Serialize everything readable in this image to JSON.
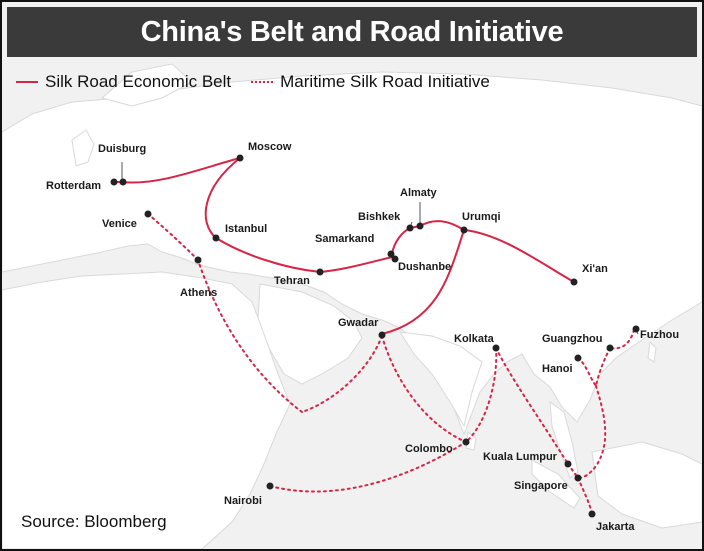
{
  "title": "China's Belt and Road Initiative",
  "legend": {
    "belt": "Silk Road Economic Belt",
    "maritime": "Maritime Silk Road Initiative"
  },
  "source": "Source: Bloomberg",
  "colors": {
    "route": "#d62546",
    "land": "#ffffff",
    "sea": "#f1f1f1",
    "title_bg": "#3a3a3a",
    "city": "#222222"
  },
  "cities": {
    "duisburg": "Duisburg",
    "rotterdam": "Rotterdam",
    "moscow": "Moscow",
    "venice": "Venice",
    "istanbul": "Istanbul",
    "athens": "Athens",
    "tehran": "Tehran",
    "samarkand": "Samarkand",
    "bishkek": "Bishkek",
    "almaty": "Almaty",
    "urumqi": "Urumqi",
    "dushanbe": "Dushanbe",
    "xian": "Xi'an",
    "gwadar": "Gwadar",
    "kolkata": "Kolkata",
    "guangzhou": "Guangzhou",
    "fuzhou": "Fuzhou",
    "hanoi": "Hanoi",
    "colombo": "Colombo",
    "kuala_lumpur": "Kuala Lumpur",
    "singapore": "Singapore",
    "nairobi": "Nairobi",
    "jakarta": "Jakarta"
  }
}
